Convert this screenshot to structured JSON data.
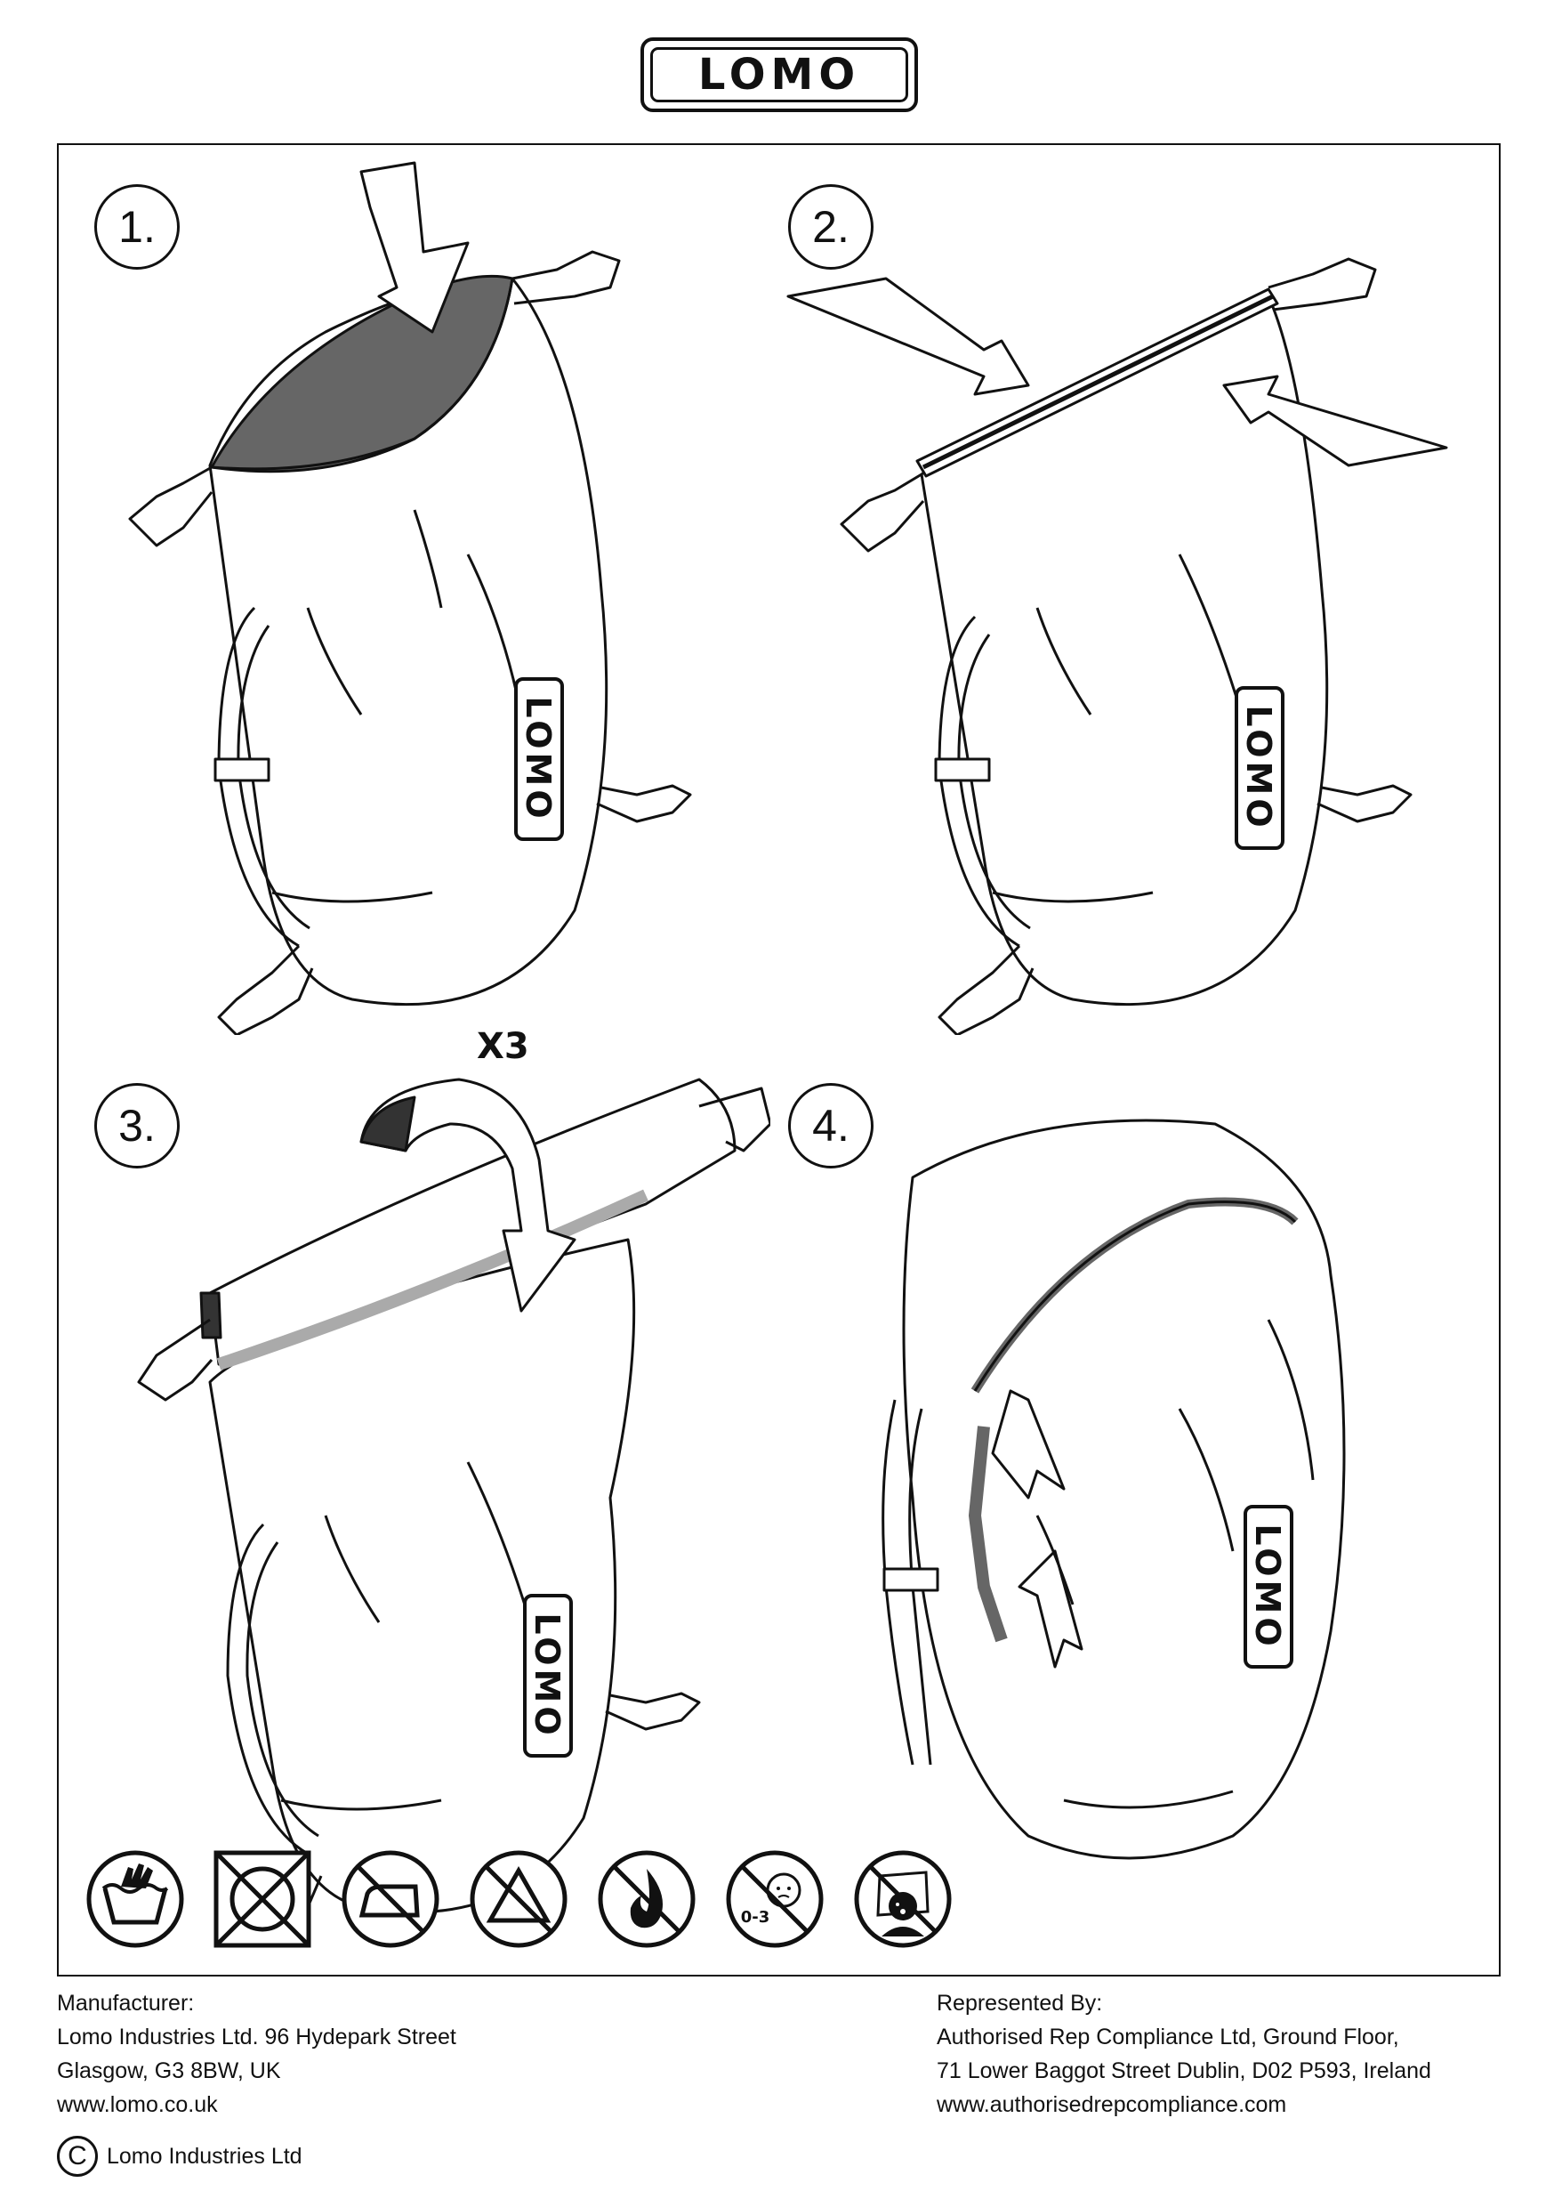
{
  "brand": {
    "logo_text": "LOMO"
  },
  "steps": [
    {
      "number": "1.",
      "bag_logo": "LOMO"
    },
    {
      "number": "2.",
      "bag_logo": "LOMO"
    },
    {
      "number": "3.",
      "bag_logo": "LOMO",
      "repeat_label": "X3"
    },
    {
      "number": "4.",
      "bag_logo": "LOMO"
    }
  ],
  "care_symbols": [
    {
      "icon": "hand-wash-icon"
    },
    {
      "icon": "do-not-tumble-dry-icon"
    },
    {
      "icon": "do-not-iron-icon"
    },
    {
      "icon": "do-not-bleach-icon"
    },
    {
      "icon": "keep-away-from-fire-icon"
    },
    {
      "icon": "not-for-children-0-3-icon",
      "label": "0-3"
    },
    {
      "icon": "suffocation-warning-icon"
    }
  ],
  "manufacturer": {
    "heading": "Manufacturer:",
    "line1": "Lomo Industries Ltd. 96 Hydepark Street",
    "line2": "Glasgow, G3 8BW, UK",
    "line3": "www.lomo.co.uk"
  },
  "representative": {
    "heading": "Represented By:",
    "line1": "Authorised Rep Compliance Ltd, Ground Floor,",
    "line2": "71 Lower Baggot Street Dublin, D02 P593, Ireland",
    "line3": "www.authorisedrepcompliance.com"
  },
  "copyright": {
    "symbol": "C",
    "text": "Lomo Industries Ltd"
  }
}
